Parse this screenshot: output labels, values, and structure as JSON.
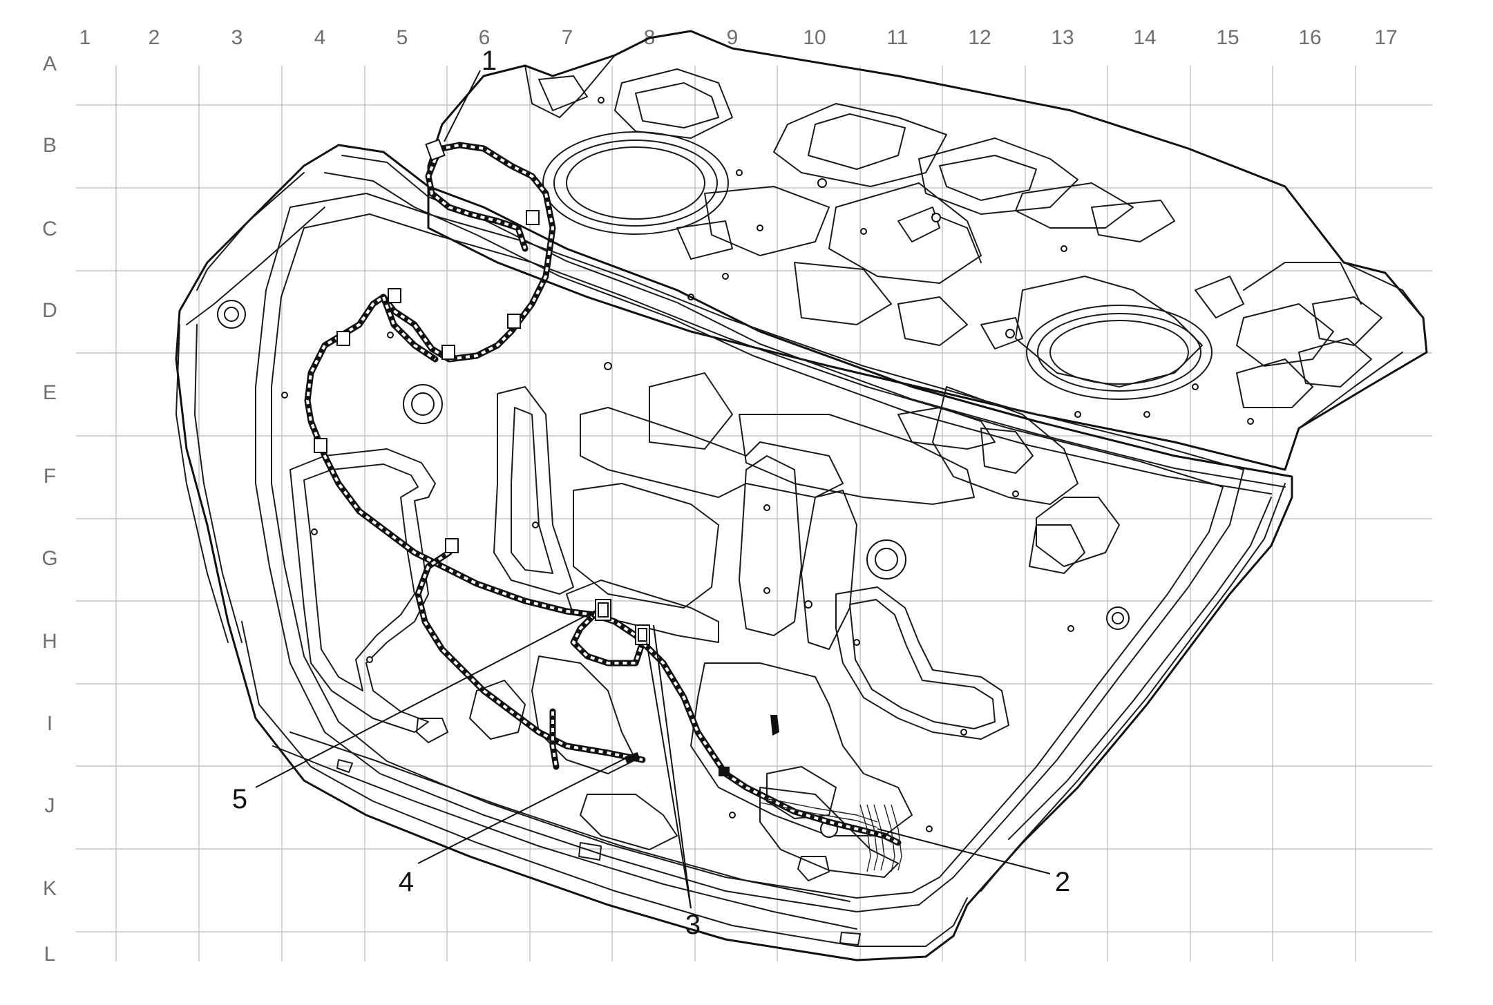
{
  "grid": {
    "columns": [
      "1",
      "2",
      "3",
      "4",
      "5",
      "6",
      "7",
      "8",
      "9",
      "10",
      "11",
      "12",
      "13",
      "14",
      "15",
      "16",
      "17"
    ],
    "rows": [
      "A",
      "B",
      "C",
      "D",
      "E",
      "F",
      "G",
      "H",
      "I",
      "J",
      "K",
      "L"
    ]
  },
  "callouts": [
    {
      "id": "1",
      "label": "1"
    },
    {
      "id": "2",
      "label": "2"
    },
    {
      "id": "3",
      "label": "3"
    },
    {
      "id": "4",
      "label": "4"
    },
    {
      "id": "5",
      "label": "5"
    }
  ],
  "colors": {
    "line": "#111111",
    "grid": "#b8b8b8",
    "grid_label": "#6f6f6f",
    "background": "#ffffff"
  }
}
